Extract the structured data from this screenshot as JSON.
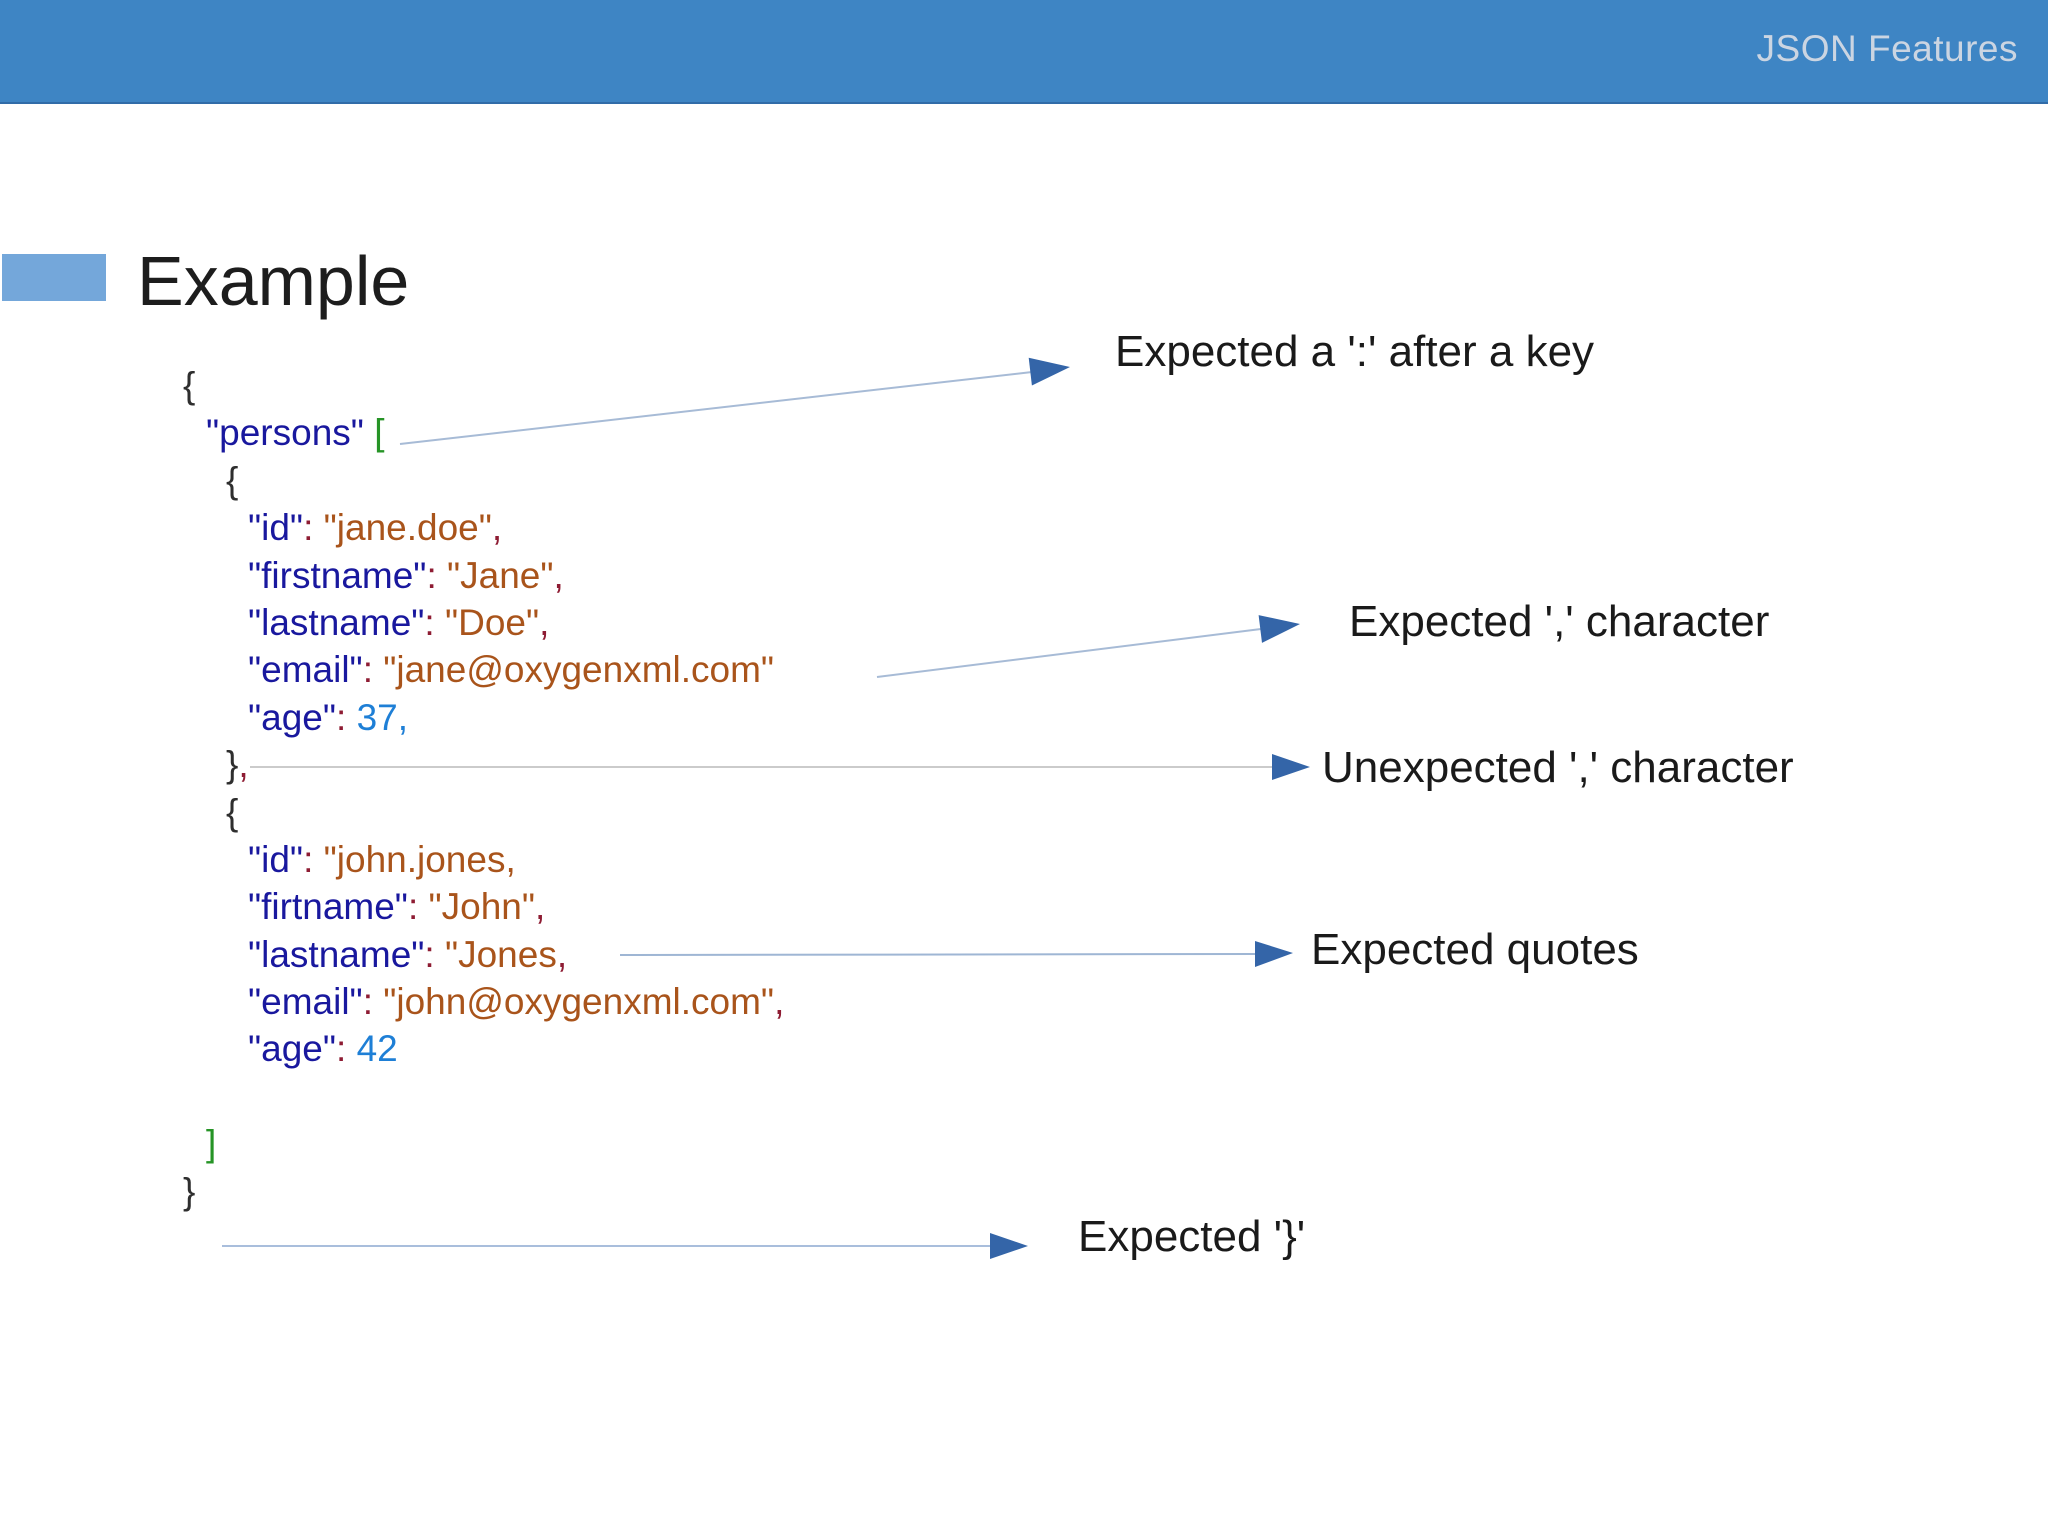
{
  "header": {
    "title": "JSON Features"
  },
  "slide": {
    "title": "Example"
  },
  "colors": {
    "topbar": "#3E85C4",
    "topbar_text": "#CBD5E2",
    "accent": "#74A7DA",
    "arrowhead": "#3465A8",
    "leader_blue": "#A7BBD6",
    "leader_gray": "#CBCBCB"
  },
  "code": {
    "token_colors": {
      "key": "#19189E",
      "string": "#A9541B",
      "number": "#1E7FD6",
      "punct": "#8E1C33",
      "brace": "#2E2E2E",
      "bracket": "#269426",
      "plain": "#2E2E2E"
    },
    "lines": [
      {
        "indent": 0,
        "segments": [
          {
            "t": "{",
            "c": "brace"
          }
        ]
      },
      {
        "indent": 1,
        "segments": [
          {
            "t": "\"persons\"",
            "c": "key"
          },
          {
            "t": " ",
            "c": "plain"
          },
          {
            "t": "[",
            "c": "bracket"
          }
        ]
      },
      {
        "indent": 2,
        "segments": [
          {
            "t": "{",
            "c": "brace"
          }
        ]
      },
      {
        "indent": 3,
        "segments": [
          {
            "t": "\"id\"",
            "c": "key"
          },
          {
            "t": ": ",
            "c": "punct"
          },
          {
            "t": "\"jane.doe\"",
            "c": "string"
          },
          {
            "t": ",",
            "c": "punct"
          }
        ]
      },
      {
        "indent": 3,
        "segments": [
          {
            "t": "\"firstname\"",
            "c": "key"
          },
          {
            "t": ": ",
            "c": "punct"
          },
          {
            "t": "\"Jane\"",
            "c": "string"
          },
          {
            "t": ",",
            "c": "punct"
          }
        ]
      },
      {
        "indent": 3,
        "segments": [
          {
            "t": "\"lastname\"",
            "c": "key"
          },
          {
            "t": ": ",
            "c": "punct"
          },
          {
            "t": "\"Doe\"",
            "c": "string"
          },
          {
            "t": ",",
            "c": "punct"
          }
        ]
      },
      {
        "indent": 3,
        "segments": [
          {
            "t": "\"email\"",
            "c": "key"
          },
          {
            "t": ": ",
            "c": "punct"
          },
          {
            "t": "\"jane@oxygenxml.com\"",
            "c": "string"
          }
        ]
      },
      {
        "indent": 3,
        "segments": [
          {
            "t": "\"age\"",
            "c": "key"
          },
          {
            "t": ": ",
            "c": "punct"
          },
          {
            "t": "37,",
            "c": "number"
          }
        ]
      },
      {
        "indent": 2,
        "segments": [
          {
            "t": "}",
            "c": "brace"
          },
          {
            "t": ",",
            "c": "punct"
          }
        ]
      },
      {
        "indent": 2,
        "segments": [
          {
            "t": "{",
            "c": "brace"
          }
        ]
      },
      {
        "indent": 3,
        "segments": [
          {
            "t": "\"id\"",
            "c": "key"
          },
          {
            "t": ": ",
            "c": "punct"
          },
          {
            "t": "\"john.jones,",
            "c": "string"
          }
        ]
      },
      {
        "indent": 3,
        "segments": [
          {
            "t": "\"firtname\"",
            "c": "key"
          },
          {
            "t": ": ",
            "c": "punct"
          },
          {
            "t": "\"John\"",
            "c": "string"
          },
          {
            "t": ",",
            "c": "punct"
          }
        ]
      },
      {
        "indent": 3,
        "segments": [
          {
            "t": "\"lastname\"",
            "c": "key"
          },
          {
            "t": ": ",
            "c": "punct"
          },
          {
            "t": "\"Jones",
            "c": "string"
          },
          {
            "t": ",",
            "c": "punct"
          }
        ]
      },
      {
        "indent": 3,
        "segments": [
          {
            "t": "\"email\"",
            "c": "key"
          },
          {
            "t": ": ",
            "c": "punct"
          },
          {
            "t": "\"john@oxygenxml.com\"",
            "c": "string"
          },
          {
            "t": ",",
            "c": "punct"
          }
        ]
      },
      {
        "indent": 3,
        "segments": [
          {
            "t": "\"age\"",
            "c": "key"
          },
          {
            "t": ": ",
            "c": "punct"
          },
          {
            "t": "42",
            "c": "number"
          }
        ]
      },
      {
        "indent": 0,
        "segments": []
      },
      {
        "indent": 1,
        "segments": [
          {
            "t": "]",
            "c": "bracket"
          }
        ]
      },
      {
        "indent": 0,
        "segments": [
          {
            "t": "}",
            "c": "brace"
          }
        ]
      }
    ]
  },
  "annotations": [
    {
      "label": "Expected a ':' after a key"
    },
    {
      "label": "Expected ',' character"
    },
    {
      "label": "Unexpected ',' character"
    },
    {
      "label": "Expected quotes"
    },
    {
      "label": "Expected '}'"
    }
  ]
}
